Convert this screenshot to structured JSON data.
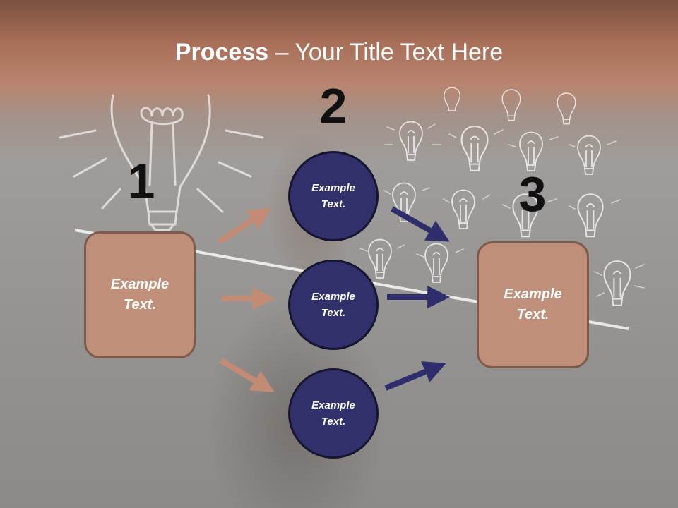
{
  "slide": {
    "title_bold": "Process",
    "title_rest": " – Your Title Text Here",
    "step_numbers": [
      "1",
      "2",
      "3"
    ],
    "box_left": "Example Text.",
    "box_right": "Example Text.",
    "circles": [
      "Example Text.",
      "Example Text.",
      "Example Text."
    ]
  },
  "colors": {
    "box_fill": "#bf8f79",
    "circle_fill": "#32306a",
    "arrow_left": "#c48b74",
    "arrow_right": "#2f2d6b"
  },
  "icons": {
    "background": "lightbulb-sketch-icon"
  }
}
